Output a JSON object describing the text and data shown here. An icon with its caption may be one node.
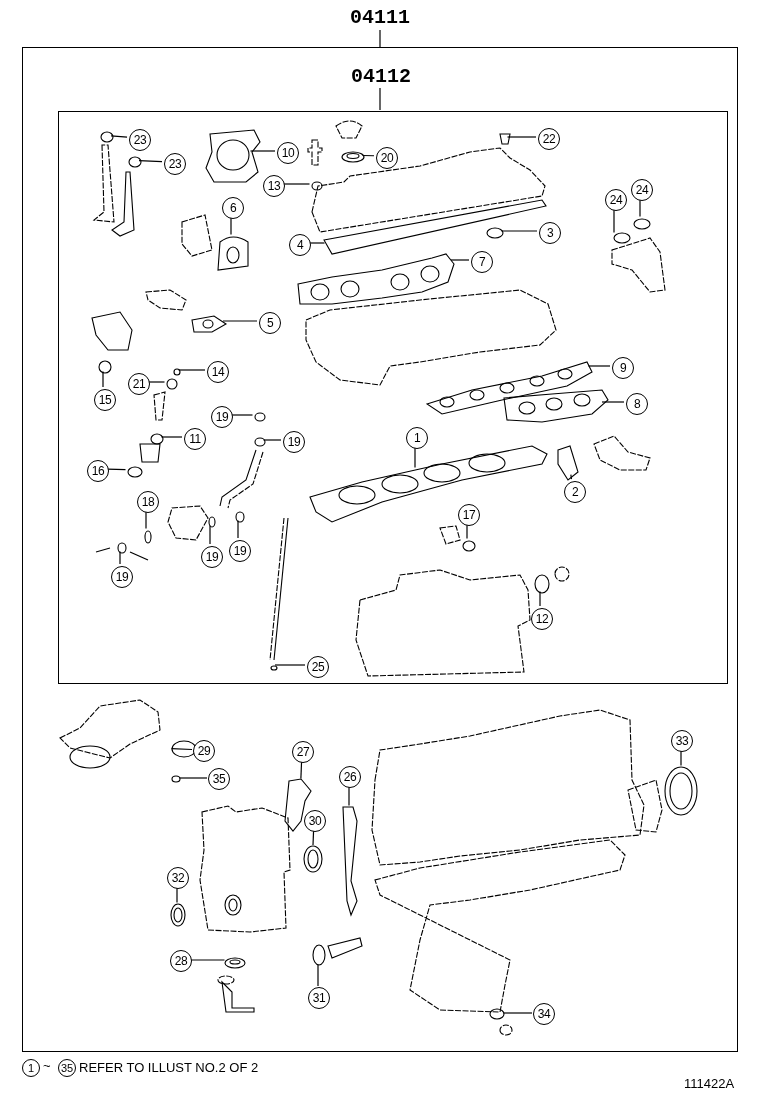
{
  "diagram": {
    "nodes": [
      {
        "text": [
          "04111"
        ]
      },
      {
        "text": [],
        "shape": "box"
      },
      {
        "text": [
          "04112"
        ],
        "in": 1
      },
      {
        "text": [],
        "shape": "box",
        "in": 1
      },
      {
        "text": [
          "23"
        ],
        "in": 3
      },
      {
        "text": [
          "23"
        ],
        "in": 3
      },
      {
        "text": [
          "10"
        ],
        "in": 3
      },
      {
        "text": [
          "20"
        ],
        "in": 3
      },
      {
        "text": [
          "22"
        ],
        "in": 3
      },
      {
        "text": [
          "13"
        ],
        "in": 3
      },
      {
        "text": [
          "6"
        ],
        "in": 3
      },
      {
        "text": [
          "24"
        ],
        "in": 3
      },
      {
        "text": [
          "24"
        ],
        "in": 3
      },
      {
        "text": [
          "4"
        ],
        "in": 3
      },
      {
        "text": [
          "3"
        ],
        "in": 3
      },
      {
        "text": [
          "7"
        ],
        "in": 3
      },
      {
        "text": [
          "5"
        ],
        "in": 3
      },
      {
        "text": [
          "9"
        ],
        "in": 3
      },
      {
        "text": [
          "14"
        ],
        "in": 3
      },
      {
        "text": [
          "21"
        ],
        "in": 3
      },
      {
        "text": [
          "15"
        ],
        "in": 3
      },
      {
        "text": [
          "19"
        ],
        "in": 3
      },
      {
        "text": [
          "19"
        ],
        "in": 3
      },
      {
        "text": [
          "8"
        ],
        "in": 3
      },
      {
        "text": [
          "11"
        ],
        "in": 3
      },
      {
        "text": [
          "1"
        ],
        "in": 3
      },
      {
        "text": [
          "16"
        ],
        "in": 3
      },
      {
        "text": [
          "2"
        ],
        "in": 3
      },
      {
        "text": [
          "18"
        ],
        "in": 3
      },
      {
        "text": [
          "17"
        ],
        "in": 3
      },
      {
        "text": [
          "19"
        ],
        "in": 3
      },
      {
        "text": [
          "19"
        ],
        "in": 3
      },
      {
        "text": [
          "19"
        ],
        "in": 3
      },
      {
        "text": [
          "12"
        ],
        "in": 3
      },
      {
        "text": [
          "25"
        ],
        "in": 3
      },
      {
        "text": [
          "29"
        ],
        "in": 1
      },
      {
        "text": [
          "35"
        ],
        "in": 1
      },
      {
        "text": [
          "27"
        ],
        "in": 1
      },
      {
        "text": [
          "26"
        ],
        "in": 1
      },
      {
        "text": [
          "33"
        ],
        "in": 1
      },
      {
        "text": [
          "30"
        ],
        "in": 1
      },
      {
        "text": [
          "32"
        ],
        "in": 1
      },
      {
        "text": [
          "28"
        ],
        "in": 1
      },
      {
        "text": [
          "31"
        ],
        "in": 1
      },
      {
        "text": [
          "34"
        ],
        "in": 1
      },
      {
        "text": [],
        "shape": "picture",
        "in": 3
      },
      {
        "text": [],
        "shape": "picture",
        "in": 3
      },
      {
        "text": [],
        "shape": "picture",
        "in": 3
      },
      {
        "text": [],
        "shape": "picture",
        "in": 3
      },
      {
        "text": [],
        "shape": "picture",
        "in": 3
      },
      {
        "text": [],
        "shape": "picture",
        "in": 3
      },
      {
        "text": [],
        "shape": "picture",
        "in": 3
      },
      {
        "text": [],
        "shape": "picture",
        "in": 3
      },
      {
        "text": [],
        "shape": "picture",
        "in": 3
      },
      {
        "text": [],
        "shape": "picture",
        "in": 3
      },
      {
        "text": [],
        "shape": "picture",
        "in": 3
      },
      {
        "text": [],
        "shape": "picture",
        "in": 3
      },
      {
        "text": [],
        "shape": "picture",
        "in": 3
      },
      {
        "text": [],
        "shape": "picture",
        "in": 3
      },
      {
        "text": [],
        "shape": "picture",
        "in": 3
      },
      {
        "text": [],
        "shape": "picture",
        "in": 3
      },
      {
        "text": [],
        "shape": "picture",
        "in": 3
      },
      {
        "text": [],
        "shape": "picture",
        "in": 3
      },
      {
        "text": [],
        "shape": "picture",
        "in": 3
      },
      {
        "text": [],
        "shape": "picture",
        "in": 3
      },
      {
        "text": [],
        "shape": "picture",
        "in": 3
      },
      {
        "text": [],
        "shape": "picture",
        "in": 3
      },
      {
        "text": [],
        "shape": "picture",
        "in": 3
      },
      {
        "text": [],
        "shape": "picture",
        "in": 3
      },
      {
        "text": [],
        "shape": "picture",
        "in": 3
      },
      {
        "text": [],
        "shape": "picture",
        "in": 3
      },
      {
        "text": [],
        "shape": "picture",
        "in": 3
      },
      {
        "text": [],
        "shape": "picture",
        "in": 3
      },
      {
        "text": [],
        "shape": "picture",
        "in": 3
      },
      {
        "text": [],
        "shape": "picture",
        "in": 3
      },
      {
        "text": [],
        "shape": "picture",
        "in": 3
      },
      {
        "text": [],
        "shape": "picture",
        "in": 1
      },
      {
        "text": [],
        "shape": "picture",
        "in": 1
      },
      {
        "text": [],
        "shape": "picture",
        "in": 1
      },
      {
        "text": [],
        "shape": "picture",
        "in": 1
      },
      {
        "text": [],
        "shape": "picture",
        "in": 1
      },
      {
        "text": [],
        "shape": "picture",
        "in": 1
      },
      {
        "text": [],
        "shape": "picture",
        "in": 1
      },
      {
        "text": [],
        "shape": "picture",
        "in": 1
      },
      {
        "text": [],
        "shape": "picture",
        "in": 1
      },
      {
        "text": [],
        "shape": "picture",
        "in": 1
      }
    ],
    "edges": [
      {
        "from": 0,
        "to": 1,
        "arrow": "none"
      },
      {
        "from": 2,
        "to": 3,
        "arrow": "none"
      },
      {
        "from": 4,
        "to": 45,
        "arrow": "none"
      },
      {
        "from": 5,
        "to": 46,
        "arrow": "none"
      },
      {
        "from": 6,
        "to": 47,
        "arrow": "none"
      },
      {
        "from": 7,
        "to": 48,
        "arrow": "none"
      },
      {
        "from": 8,
        "to": 49,
        "arrow": "none"
      },
      {
        "from": 9,
        "to": 50,
        "arrow": "none"
      },
      {
        "from": 10,
        "to": 51,
        "arrow": "none"
      },
      {
        "from": 11,
        "to": 52,
        "arrow": "none"
      },
      {
        "from": 12,
        "to": 53,
        "arrow": "none"
      },
      {
        "from": 13,
        "to": 54,
        "arrow": "none"
      },
      {
        "from": 14,
        "to": 55,
        "arrow": "none"
      },
      {
        "from": 15,
        "to": 56,
        "arrow": "none"
      },
      {
        "from": 16,
        "to": 57,
        "arrow": "none"
      },
      {
        "from": 17,
        "to": 58,
        "arrow": "none"
      },
      {
        "from": 18,
        "to": 59,
        "arrow": "none"
      },
      {
        "from": 19,
        "to": 60,
        "arrow": "none"
      },
      {
        "from": 20,
        "to": 61,
        "arrow": "none"
      },
      {
        "from": 21,
        "to": 62,
        "arrow": "none"
      },
      {
        "from": 22,
        "to": 63,
        "arrow": "none"
      },
      {
        "from": 23,
        "to": 64,
        "arrow": "none"
      },
      {
        "from": 24,
        "to": 65,
        "arrow": "none"
      },
      {
        "from": 25,
        "to": 66,
        "arrow": "none"
      },
      {
        "from": 26,
        "to": 67,
        "arrow": "none"
      },
      {
        "from": 27,
        "to": 68,
        "arrow": "none"
      },
      {
        "from": 28,
        "to": 69,
        "arrow": "none"
      },
      {
        "from": 29,
        "to": 70,
        "arrow": "none"
      },
      {
        "from": 30,
        "to": 71,
        "arrow": "none"
      },
      {
        "from": 31,
        "to": 72,
        "arrow": "none"
      },
      {
        "from": 32,
        "to": 73,
        "arrow": "none"
      },
      {
        "from": 33,
        "to": 74,
        "arrow": "none"
      },
      {
        "from": 34,
        "to": 75,
        "arrow": "none"
      },
      {
        "from": 35,
        "to": 76,
        "arrow": "none"
      },
      {
        "from": 36,
        "to": 77,
        "arrow": "none"
      },
      {
        "from": 37,
        "to": 78,
        "arrow": "none"
      },
      {
        "from": 38,
        "to": 79,
        "arrow": "none"
      },
      {
        "from": 39,
        "to": 80,
        "arrow": "none"
      },
      {
        "from": 40,
        "to": 81,
        "arrow": "none"
      },
      {
        "from": 41,
        "to": 82,
        "arrow": "none"
      },
      {
        "from": 42,
        "to": 83,
        "arrow": "none"
      },
      {
        "from": 43,
        "to": 84,
        "arrow": "none"
      },
      {
        "from": 44,
        "to": 85,
        "arrow": "none"
      }
    ],
    "labels": [
      "1",
      "~",
      "35",
      "REFER TO ILLUST NO.2 OF 2",
      "111422A"
    ]
  }
}
